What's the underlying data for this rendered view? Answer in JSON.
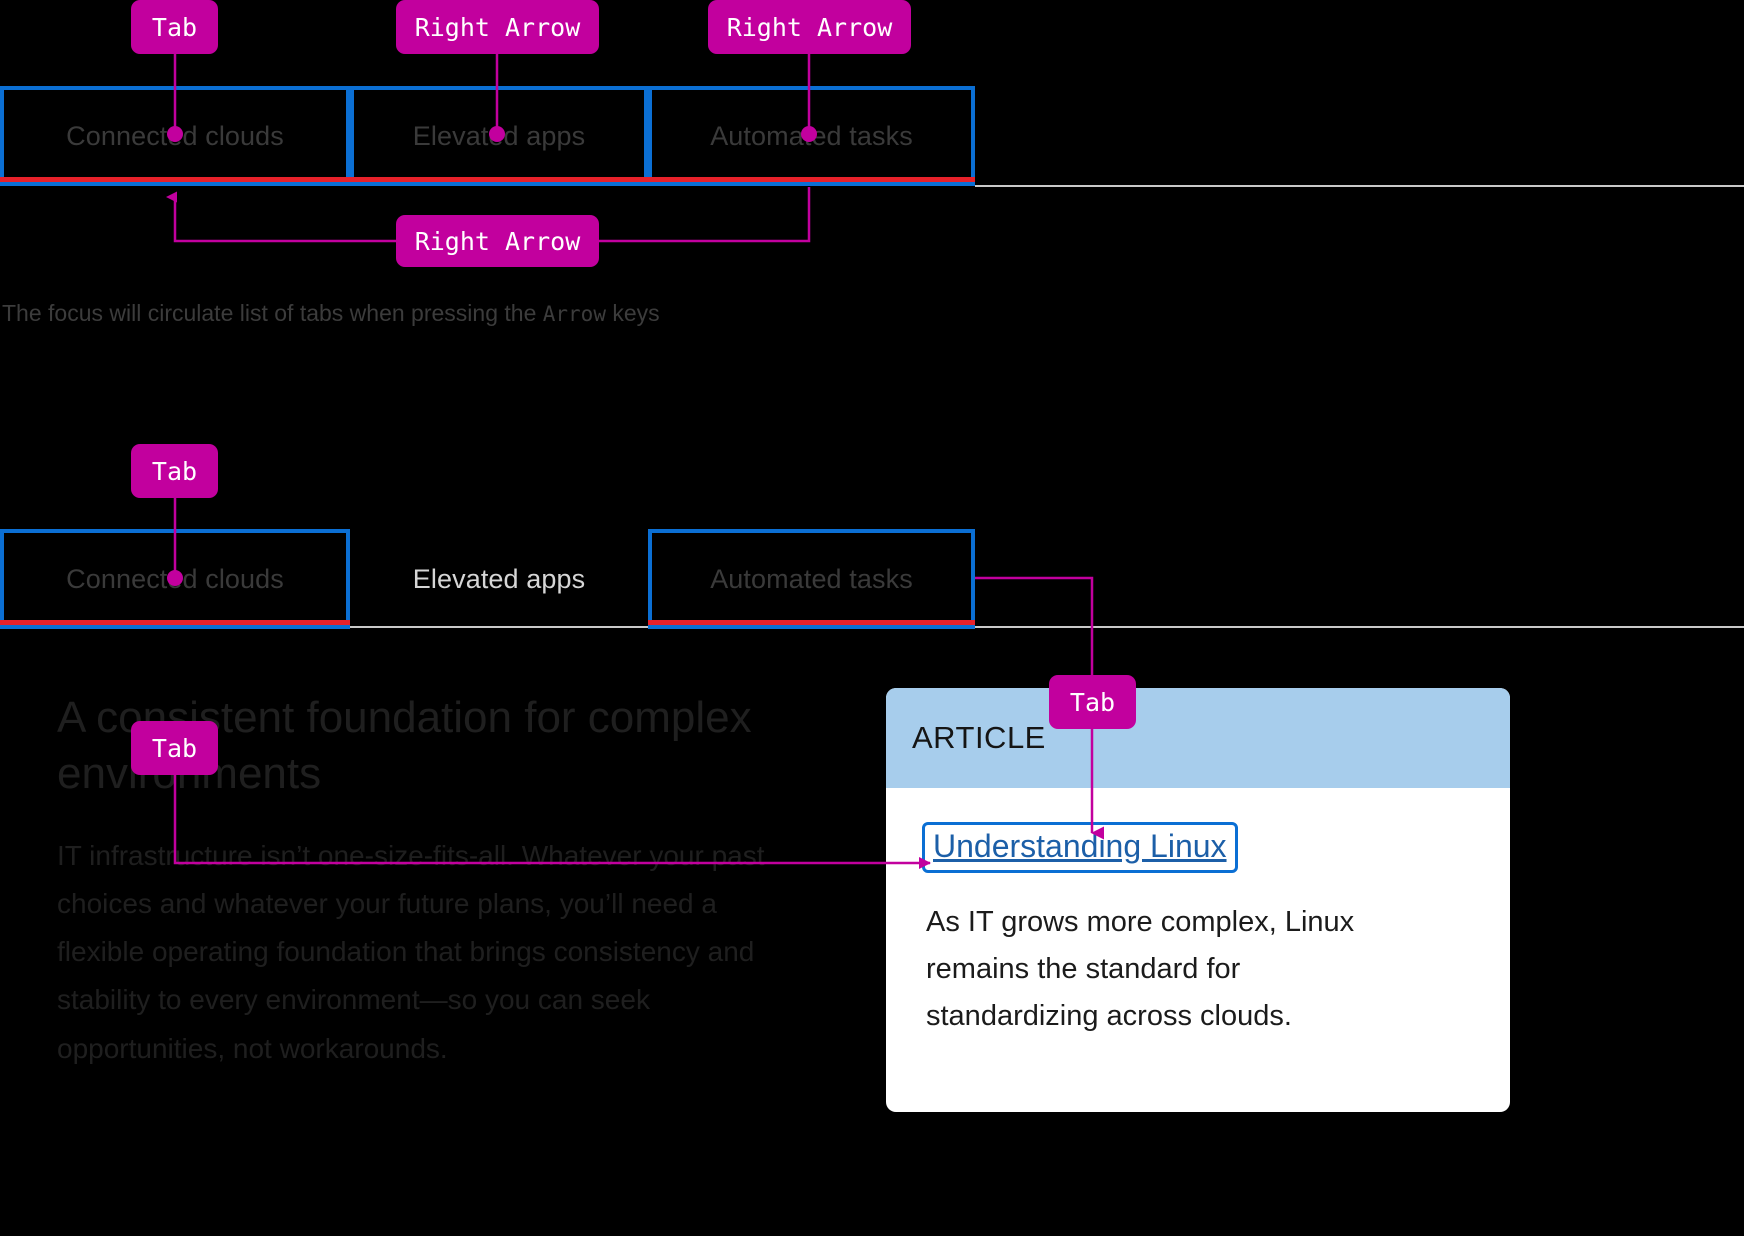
{
  "colors": {
    "background": "#000000",
    "keycap": "#c2009e",
    "focus_outline": "#0b6fd4",
    "active_tab_underline": "#e8212a",
    "tab_divider": "#c9c9c9",
    "card_header": "#a7cdec",
    "card_link": "#1c5fa8",
    "connector": "#c2009e"
  },
  "section_one": {
    "tabs": [
      {
        "label": "Connected clouds",
        "focused": true,
        "active": true
      },
      {
        "label": "Elevated apps",
        "focused": true,
        "active": true
      },
      {
        "label": "Automated tasks",
        "focused": true,
        "active": true
      }
    ],
    "keycaps": [
      {
        "label": "Tab"
      },
      {
        "label": "Right Arrow"
      },
      {
        "label": "Right Arrow"
      },
      {
        "label": "Right Arrow"
      }
    ],
    "caption_before": "The focus will circulate list of tabs when pressing the ",
    "caption_mono": "Arrow",
    "caption_after": " keys"
  },
  "section_two": {
    "tabs": [
      {
        "label": "Connected clouds",
        "focused": true,
        "active": true
      },
      {
        "label": "Elevated apps",
        "focused": false,
        "active": false
      },
      {
        "label": "Automated tasks",
        "focused": true,
        "active": true
      }
    ],
    "keycaps": [
      {
        "label": "Tab"
      },
      {
        "label": "Tab"
      },
      {
        "label": "Tab"
      }
    ],
    "headline": "A consistent foundation for complex environments",
    "body": "IT infrastructure isn’t one-size-fits-all. Whatever your past choices and whatever your future plans, you’ll need a flexible operating foundation that brings consistency and stability to every environment—so you can seek opportunities, not workarounds.",
    "card": {
      "eyebrow": "ARTICLE",
      "link": "Understanding Linux",
      "text": "As IT grows more complex, Linux remains the standard for standardizing across clouds."
    }
  }
}
